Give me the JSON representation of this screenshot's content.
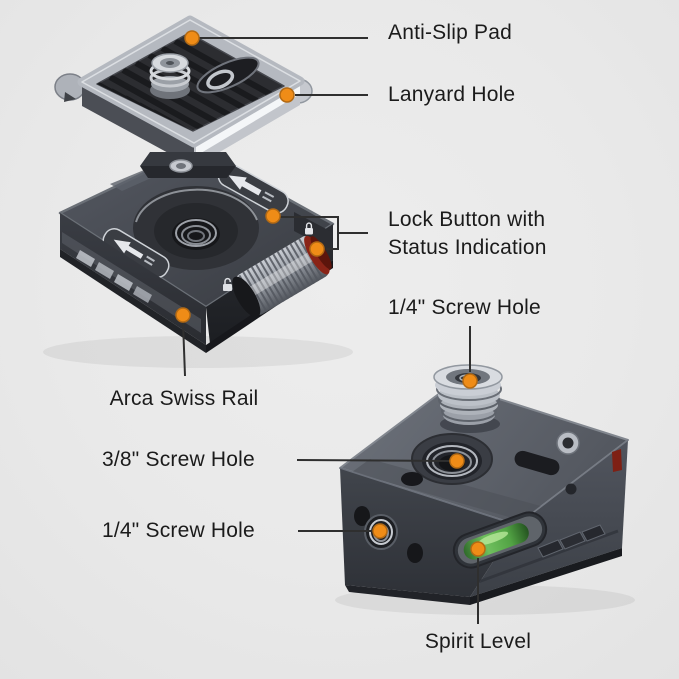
{
  "figure": {
    "description": "Quick release plate feature callout diagram with exploded view (top left) and assembled bottom view (bottom right)"
  },
  "colors": {
    "background": "#e9e9e9",
    "marker": "#ef8c17",
    "marker_ring": "#b36a14",
    "leader_line": "#2f2f2f",
    "text": "#1b1b1b",
    "status_red": "#8a2417",
    "spirit_level_green": "#6abf57",
    "metal_light": "#c9ccd1",
    "body_dark": "#3e4147",
    "pad_black": "#2c2d31"
  },
  "callouts": {
    "anti_slip_pad": "Anti-Slip Pad",
    "lanyard_hole": "Lanyard Hole",
    "lock_button_line1": "Lock Button with",
    "lock_button_line2": "Status Indication",
    "screw_hole_quarter_top": "1/4\" Screw Hole",
    "arca_swiss_rail": "Arca Swiss Rail",
    "screw_hole_three_eighths": "3/8\" Screw Hole",
    "screw_hole_quarter_side": "1/4\" Screw Hole",
    "spirit_level": "Spirit Level"
  }
}
